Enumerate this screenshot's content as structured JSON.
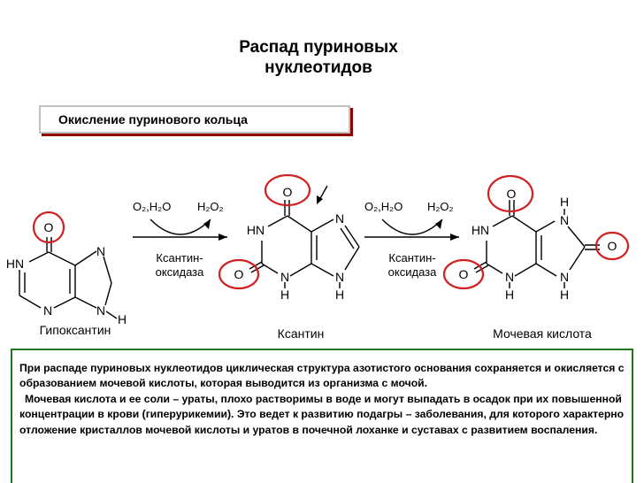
{
  "header": {
    "title_line1": "Распад пуриновых",
    "title_line2": "нуклеотидов",
    "subtitle": "Окисление пуринового кольца"
  },
  "reactions": [
    {
      "reagent": "O₂,H₂O",
      "product": "H₂O₂",
      "enzyme_line1": "Ксантин-",
      "enzyme_line2": "оксидаза"
    },
    {
      "reagent": "O₂,H₂O",
      "product": "H₂O₂",
      "enzyme_line1": "Ксантин-",
      "enzyme_line2": "оксидаза"
    }
  ],
  "molecules": {
    "hypoxanthine": {
      "name": "Гипоксантин",
      "O": "O",
      "HN": "HN",
      "N1": "N",
      "N3": "N",
      "N7": "N",
      "N9": "N",
      "H9": "H"
    },
    "xanthine": {
      "name": "Ксантин",
      "O6": "O",
      "O2": "O",
      "HN": "HN",
      "N3": "N",
      "H3": "H",
      "N7": "N",
      "N9": "N",
      "H9": "H"
    },
    "uric_acid": {
      "name": "Мочевая кислота",
      "O6": "O",
      "O2": "O",
      "O8": "O",
      "HN": "HN",
      "N3": "N",
      "H3": "H",
      "N7": "N",
      "H7": "H",
      "N9": "N",
      "H9": "H"
    }
  },
  "colors": {
    "highlight": "#d02020",
    "box_border": "#1c7a1c",
    "shadow": "#8c0000"
  },
  "info": {
    "paragraph1": "При распаде пуриновых нуклеотидов циклическая структура азотистого основания сохраняется и окисляется с образованием мочевой кислоты, которая выводится из организма с мочой.",
    "paragraph2": "Мочевая кислота и ее соли – ураты, плохо растворимы в воде и могут выпадать в осадок при их повышенной концентрации в крови (гиперурикемии). Это ведет к развитию подагры – заболевания, для которого характерно отложение кристаллов мочевой кислоты и уратов в почечной лоханке и суставах с развитием воспаления."
  }
}
